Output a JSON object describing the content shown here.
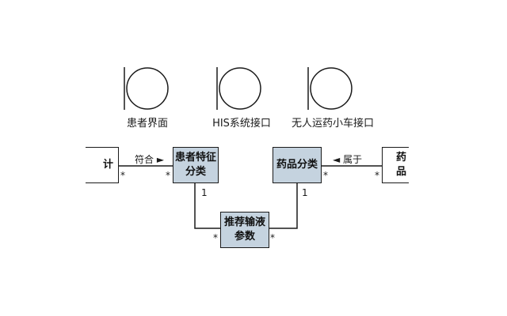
{
  "interfaces": [
    {
      "label": "患者界面"
    },
    {
      "label": "HIS系统接口"
    },
    {
      "label": "无人运药小车接口"
    }
  ],
  "entities": {
    "patient_feature": "患者特征\n分类",
    "drug_class": "药品分类",
    "infusion_params": "推荐输液\n参数",
    "left_partial": "计",
    "right_partial": "药品"
  },
  "associations": {
    "conforms": "符合 ►",
    "belongs": "◄ 属于"
  },
  "multiplicity": {
    "many": "*",
    "one": "1"
  },
  "colors": {
    "entity_fill": "#c5d3df",
    "line": "#1a1a1a"
  }
}
